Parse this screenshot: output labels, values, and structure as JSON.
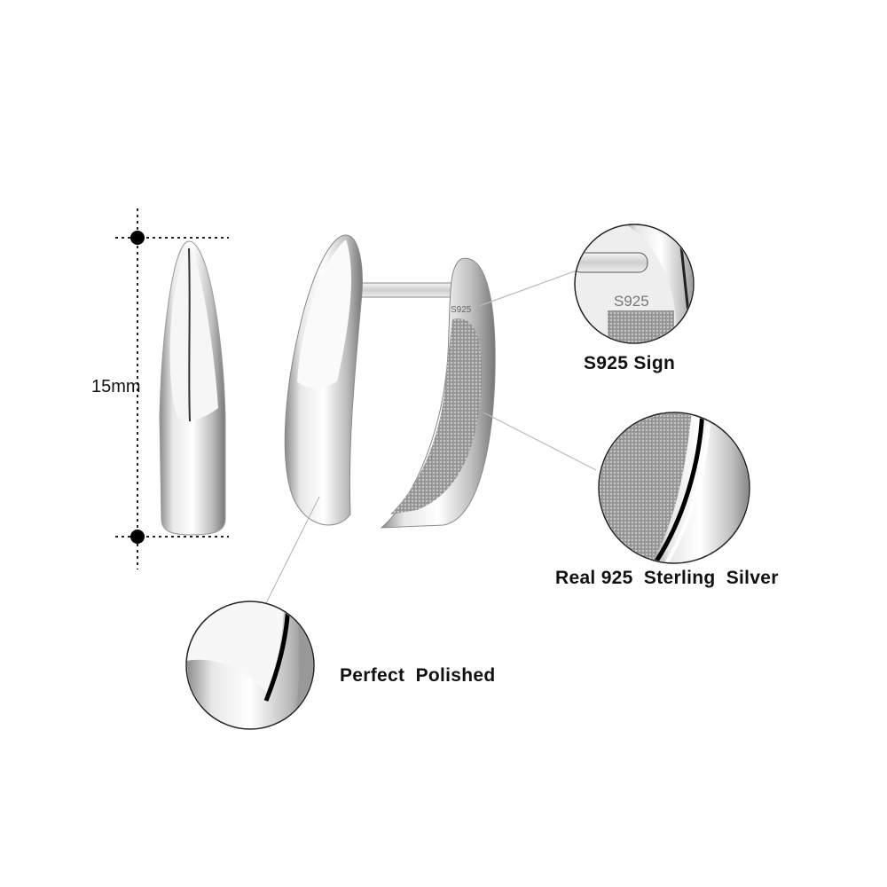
{
  "dimension": {
    "height_label": "15mm"
  },
  "engraving": "S925",
  "callouts": [
    {
      "label": "S925 Sign"
    },
    {
      "label": "Real 925  Sterling  Silver"
    },
    {
      "label": "Perfect  Polished"
    }
  ]
}
